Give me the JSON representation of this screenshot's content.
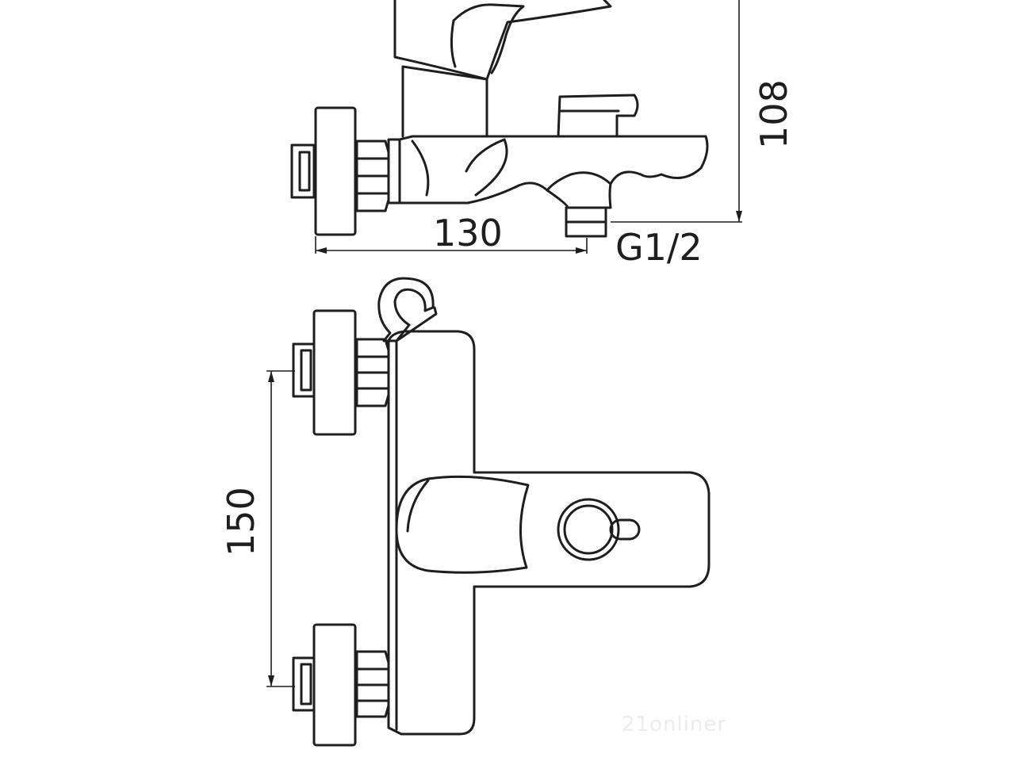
{
  "dimensions": {
    "width_label": "130",
    "height_label": "108",
    "spacing_label": "150",
    "thread_label": "G1/2"
  },
  "watermark": {
    "text": "21onliner"
  },
  "colors": {
    "line": "#1e1e1e",
    "background": "#ffffff",
    "watermark": "#ececec"
  }
}
